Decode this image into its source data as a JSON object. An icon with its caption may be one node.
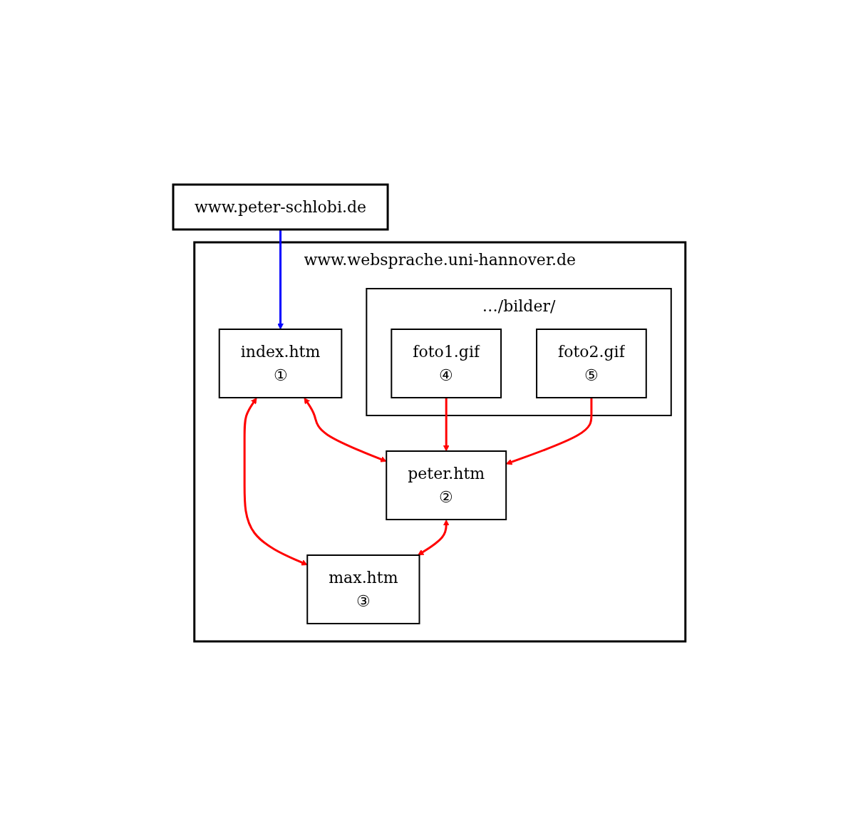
{
  "diagram": {
    "nodes": [
      {
        "text": [
          "www.websprache.uni-hannover.de"
        ]
      },
      {
        "text": [
          "index.htm",
          "①"
        ],
        "in": 0
      },
      {
        "text": [
          "peter.htm",
          "②"
        ],
        "in": 0
      },
      {
        "text": [
          "max.htm",
          "③"
        ],
        "in": 0
      },
      {
        "text": [
          "…/bilder/"
        ],
        "in": 0
      },
      {
        "text": [
          "foto1.gif",
          "④"
        ],
        "in": 4
      },
      {
        "text": [
          "foto2.gif",
          "⑤"
        ],
        "in": 4
      },
      {
        "text": [
          "www.peter-schlobi.de"
        ]
      }
    ],
    "edges": [
      {
        "from": 7,
        "to": 1,
        "arrow": "to",
        "color": "#0000ff"
      },
      {
        "from": 1,
        "to": 2,
        "arrow": "both",
        "color": "#ff0000"
      },
      {
        "from": 1,
        "to": 3,
        "arrow": "both",
        "color": "#ff0000"
      },
      {
        "from": 2,
        "to": 3,
        "arrow": "both",
        "color": "#ff0000"
      },
      {
        "from": 5,
        "to": 2,
        "arrow": "to",
        "color": "#ff0000"
      },
      {
        "from": 6,
        "to": 2,
        "arrow": "to",
        "color": "#ff0000"
      }
    ]
  }
}
